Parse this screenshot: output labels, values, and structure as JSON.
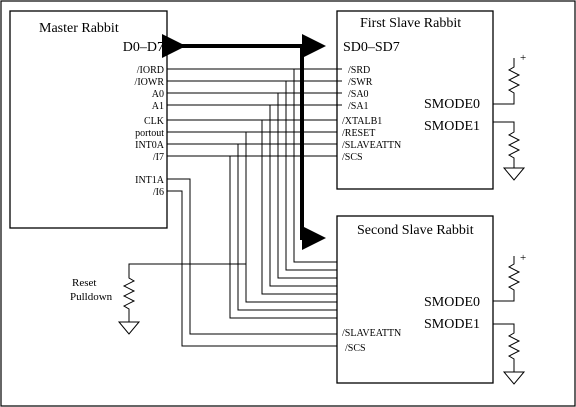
{
  "master": {
    "title": "Master Rabbit",
    "bus_label": "D0–D7",
    "pins": [
      "/IORD",
      "/IOWR",
      "A0",
      "A1",
      "CLK",
      "portout",
      "INT0A",
      "/I7"
    ],
    "pins2": [
      "INT1A",
      "/I6"
    ]
  },
  "slave1": {
    "title": "First Slave Rabbit",
    "bus_label": "SD0–SD7",
    "pins": [
      "/SRD",
      "/SWR",
      "/SA0",
      "/SA1",
      "/XTALB1",
      "/RESET",
      "/SLAVEATTN",
      "/SCS"
    ],
    "smode0": "SMODE0",
    "smode1": "SMODE1",
    "plus": "+"
  },
  "slave2": {
    "title": "Second Slave Rabbit",
    "pins": [
      "/SLAVEATTN",
      "/SCS"
    ],
    "smode0": "SMODE0",
    "smode1": "SMODE1",
    "plus": "+"
  },
  "reset_label": [
    "Reset",
    "Pulldown"
  ]
}
